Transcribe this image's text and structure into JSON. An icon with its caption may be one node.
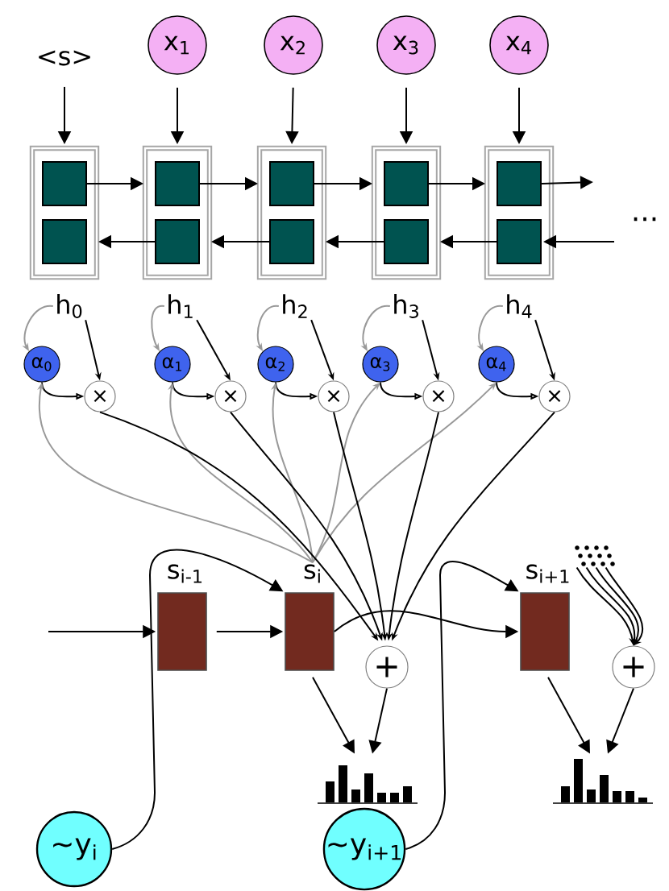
{
  "diagram": {
    "nodes": [
      {
        "text": [
          "<s>"
        ]
      },
      {
        "text": [
          "x$_{1}$"
        ]
      },
      {
        "text": [
          "x$_{2}$"
        ]
      },
      {
        "text": [
          "x$_{3}$"
        ]
      },
      {
        "text": [
          "x$_{4}$"
        ]
      },
      {
        "text": [],
        "shape": "box"
      },
      {
        "text": [],
        "shape": "box",
        "in": 5
      },
      {
        "text": [],
        "shape": "box",
        "in": 5
      },
      {
        "text": [],
        "shape": "box"
      },
      {
        "text": [],
        "shape": "box",
        "in": 8
      },
      {
        "text": [],
        "shape": "box",
        "in": 8
      },
      {
        "text": [],
        "shape": "box"
      },
      {
        "text": [],
        "shape": "box",
        "in": 11
      },
      {
        "text": [],
        "shape": "box",
        "in": 11
      },
      {
        "text": [],
        "shape": "box"
      },
      {
        "text": [],
        "shape": "box",
        "in": 14
      },
      {
        "text": [],
        "shape": "box",
        "in": 14
      },
      {
        "text": [],
        "shape": "box"
      },
      {
        "text": [],
        "shape": "box",
        "in": 17
      },
      {
        "text": [],
        "shape": "box",
        "in": 17
      },
      {
        "text": [
          "h$_{0}$"
        ]
      },
      {
        "text": [
          "h$_{1}$"
        ]
      },
      {
        "text": [
          "h$_{2}$"
        ]
      },
      {
        "text": [
          "h$_{3}$"
        ]
      },
      {
        "text": [
          "h$_{4}$"
        ]
      },
      {
        "text": [
          "α$_{0}$"
        ]
      },
      {
        "text": [
          "α$_{1}$"
        ]
      },
      {
        "text": [
          "α$_{2}$"
        ]
      },
      {
        "text": [
          "α$_{3}$"
        ]
      },
      {
        "text": [
          "α$_{4}$"
        ]
      },
      {
        "text": [
          "×"
        ]
      },
      {
        "text": [
          "×"
        ]
      },
      {
        "text": [
          "×"
        ]
      },
      {
        "text": [
          "×"
        ]
      },
      {
        "text": [
          "×"
        ]
      },
      {
        "text": [
          "s$_{i-1}$"
        ]
      },
      {
        "text": [
          "s$_{i}$"
        ]
      },
      {
        "text": [
          "s$_{i+1}$"
        ]
      },
      {
        "text": [
          "+"
        ]
      },
      {
        "text": [
          "+"
        ]
      },
      {
        "text": [],
        "shape": "bar"
      },
      {
        "text": [],
        "shape": "bar"
      },
      {
        "text": [
          "~y$_{i}$"
        ]
      },
      {
        "text": [
          "~y$_{i+1}$"
        ]
      },
      {
        "text": [],
        "shape": "picture"
      }
    ],
    "edges": [
      {
        "from": 0,
        "to": 5,
        "arrow": "to"
      },
      {
        "from": 1,
        "to": 8,
        "arrow": "to"
      },
      {
        "from": 2,
        "to": 11,
        "arrow": "to"
      },
      {
        "from": 3,
        "to": 14,
        "arrow": "to"
      },
      {
        "from": 4,
        "to": 17,
        "arrow": "to"
      },
      {
        "from": 6,
        "to": 9,
        "arrow": "to"
      },
      {
        "from": 9,
        "to": 12,
        "arrow": "to"
      },
      {
        "from": 12,
        "to": 15,
        "arrow": "to"
      },
      {
        "from": 15,
        "to": 18,
        "arrow": "to"
      },
      {
        "from": 18,
        "to": null,
        "arrow": "to"
      },
      {
        "from": 10,
        "to": 7,
        "arrow": "to"
      },
      {
        "from": 13,
        "to": 10,
        "arrow": "to"
      },
      {
        "from": 16,
        "to": 13,
        "arrow": "to"
      },
      {
        "from": 19,
        "to": 16,
        "arrow": "to"
      },
      {
        "from": null,
        "to": 19,
        "arrow": "to"
      },
      {
        "from": 20,
        "to": 25,
        "arrow": "to",
        "color": "#999999"
      },
      {
        "from": 21,
        "to": 26,
        "arrow": "to",
        "color": "#999999"
      },
      {
        "from": 22,
        "to": 27,
        "arrow": "to",
        "color": "#999999"
      },
      {
        "from": 23,
        "to": 28,
        "arrow": "to",
        "color": "#999999"
      },
      {
        "from": 24,
        "to": 29,
        "arrow": "to",
        "color": "#999999"
      },
      {
        "from": 20,
        "to": 30,
        "arrow": "to"
      },
      {
        "from": 21,
        "to": 31,
        "arrow": "to"
      },
      {
        "from": 22,
        "to": 32,
        "arrow": "to"
      },
      {
        "from": 23,
        "to": 33,
        "arrow": "to"
      },
      {
        "from": 24,
        "to": 34,
        "arrow": "to"
      },
      {
        "from": 25,
        "to": 30,
        "arrow": "to"
      },
      {
        "from": 26,
        "to": 31,
        "arrow": "to"
      },
      {
        "from": 27,
        "to": 32,
        "arrow": "to"
      },
      {
        "from": 28,
        "to": 33,
        "arrow": "to"
      },
      {
        "from": 29,
        "to": 34,
        "arrow": "to"
      },
      {
        "from": 36,
        "to": 25,
        "arrow": "to",
        "color": "#999999"
      },
      {
        "from": 36,
        "to": 26,
        "arrow": "to",
        "color": "#999999"
      },
      {
        "from": 36,
        "to": 27,
        "arrow": "to",
        "color": "#999999"
      },
      {
        "from": 36,
        "to": 28,
        "arrow": "to",
        "color": "#999999"
      },
      {
        "from": 36,
        "to": 29,
        "arrow": "to",
        "color": "#999999"
      },
      {
        "from": 30,
        "to": 38,
        "arrow": "to"
      },
      {
        "from": 31,
        "to": 38,
        "arrow": "to"
      },
      {
        "from": 32,
        "to": 38,
        "arrow": "to"
      },
      {
        "from": 33,
        "to": 38,
        "arrow": "to"
      },
      {
        "from": 34,
        "to": 38,
        "arrow": "to"
      },
      {
        "from": null,
        "to": 35,
        "arrow": "to"
      },
      {
        "from": 35,
        "to": 36,
        "arrow": "to"
      },
      {
        "from": 36,
        "to": 37,
        "arrow": "to"
      },
      {
        "from": 42,
        "to": 36,
        "arrow": "to"
      },
      {
        "from": 43,
        "to": 37,
        "arrow": "to"
      },
      {
        "from": 36,
        "to": 40,
        "arrow": "to"
      },
      {
        "from": 38,
        "to": 40,
        "arrow": "to"
      },
      {
        "from": 37,
        "to": 41,
        "arrow": "to"
      },
      {
        "from": 39,
        "to": 41,
        "arrow": "to"
      },
      {
        "from": 44,
        "to": 39,
        "arrow": "to"
      },
      {
        "from": 44,
        "to": 39,
        "arrow": "to"
      },
      {
        "from": 44,
        "to": 39,
        "arrow": "to"
      },
      {
        "from": 44,
        "to": 39,
        "arrow": "to"
      }
    ],
    "labels": [
      "..."
    ]
  }
}
